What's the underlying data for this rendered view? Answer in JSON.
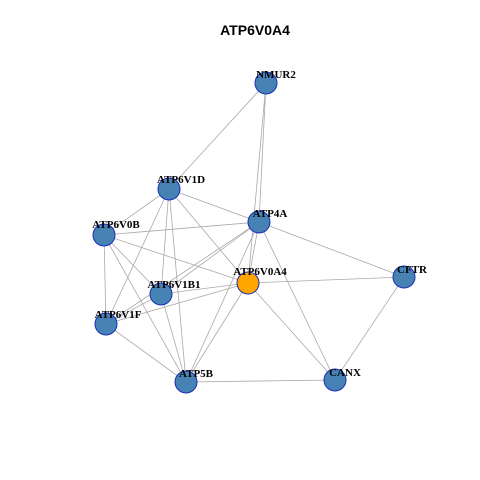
{
  "title": "ATP6V0A4",
  "colors": {
    "node_default": "#4682b4",
    "node_center": "#ffa500",
    "node_border": "#1a2fb8",
    "edge": "#a9a9a9"
  },
  "network": {
    "nodes": [
      {
        "id": "NMUR2",
        "label": "NMUR2",
        "center": false
      },
      {
        "id": "ATP6V1D",
        "label": "ATP6V1D",
        "center": false
      },
      {
        "id": "ATP4A",
        "label": "ATP4A",
        "center": false
      },
      {
        "id": "ATP6V0B",
        "label": "ATP6V0B",
        "center": false
      },
      {
        "id": "ATP6V0A4",
        "label": "ATP6V0A4",
        "center": true
      },
      {
        "id": "CFTR",
        "label": "CFTR",
        "center": false
      },
      {
        "id": "ATP6V1B1",
        "label": "ATP6V1B1",
        "center": false
      },
      {
        "id": "ATP6V1F",
        "label": "ATP6V1F",
        "center": false
      },
      {
        "id": "ATP5B",
        "label": "ATP5B",
        "center": false
      },
      {
        "id": "CANX",
        "label": "CANX",
        "center": false
      }
    ],
    "edges": [
      [
        "NMUR2",
        "ATP6V1D"
      ],
      [
        "NMUR2",
        "ATP4A"
      ],
      [
        "NMUR2",
        "ATP6V0A4"
      ],
      [
        "ATP6V1D",
        "ATP4A"
      ],
      [
        "ATP6V1D",
        "ATP6V0B"
      ],
      [
        "ATP6V1D",
        "ATP6V0A4"
      ],
      [
        "ATP6V1D",
        "ATP6V1B1"
      ],
      [
        "ATP6V1D",
        "ATP6V1F"
      ],
      [
        "ATP6V1D",
        "ATP5B"
      ],
      [
        "ATP6V0B",
        "ATP4A"
      ],
      [
        "ATP6V0B",
        "ATP6V0A4"
      ],
      [
        "ATP6V0B",
        "ATP6V1B1"
      ],
      [
        "ATP6V0B",
        "ATP6V1F"
      ],
      [
        "ATP6V0B",
        "ATP5B"
      ],
      [
        "ATP4A",
        "ATP6V1B1"
      ],
      [
        "ATP4A",
        "ATP6V0A4"
      ],
      [
        "ATP4A",
        "ATP6V1F"
      ],
      [
        "ATP4A",
        "CFTR"
      ],
      [
        "ATP4A",
        "CANX"
      ],
      [
        "ATP4A",
        "ATP5B"
      ],
      [
        "ATP6V0A4",
        "CFTR"
      ],
      [
        "ATP6V0A4",
        "CANX"
      ],
      [
        "ATP6V0A4",
        "ATP6V1B1"
      ],
      [
        "ATP6V0A4",
        "ATP6V1F"
      ],
      [
        "ATP6V0A4",
        "ATP5B"
      ],
      [
        "ATP6V1B1",
        "ATP5B"
      ],
      [
        "ATP6V1B1",
        "ATP6V1F"
      ],
      [
        "ATP6V1F",
        "ATP5B"
      ],
      [
        "ATP5B",
        "CANX"
      ],
      [
        "CFTR",
        "CANX"
      ]
    ]
  }
}
